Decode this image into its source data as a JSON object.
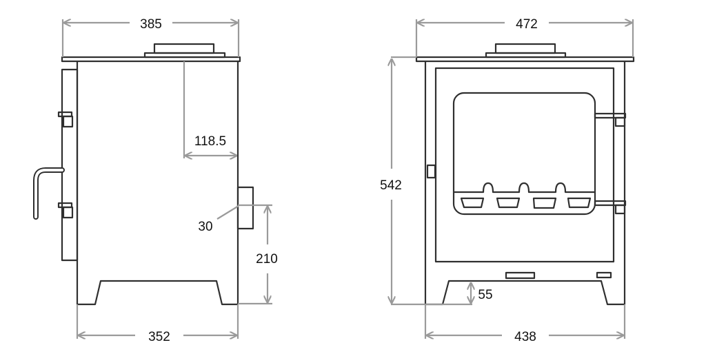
{
  "diagram": {
    "side_view": {
      "dimensions": {
        "top_width": "385",
        "flue_offset": "118.5",
        "rear_outlet_diameter_note": "30",
        "rear_outlet_height": "210",
        "base_depth": "352"
      }
    },
    "front_view": {
      "dimensions": {
        "top_width": "472",
        "overall_height": "542",
        "leg_clearance": "55",
        "base_width": "438"
      }
    },
    "colors": {
      "outline": "#2f2f2f",
      "dimension_lines": "#9a9a9a"
    }
  }
}
